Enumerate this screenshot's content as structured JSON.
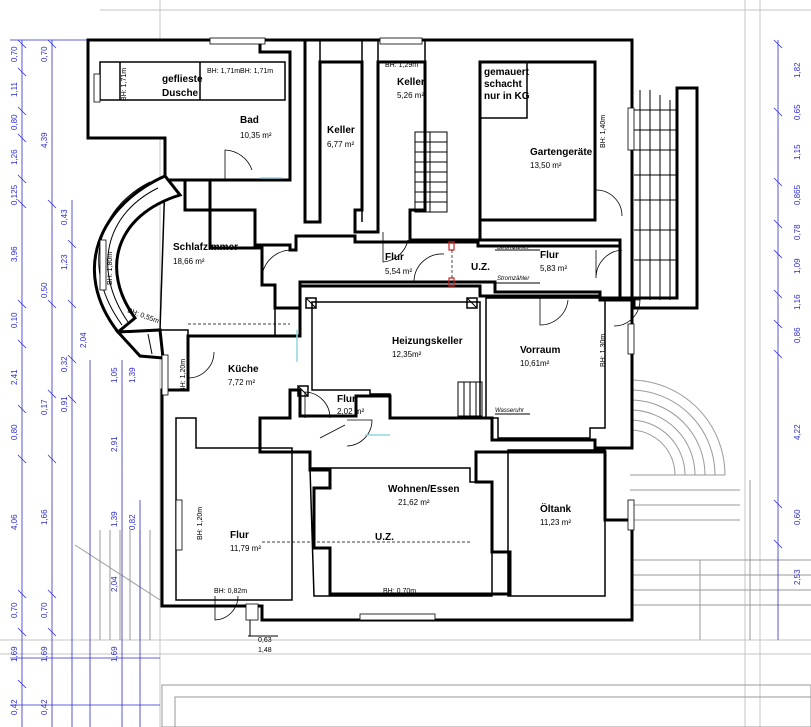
{
  "rooms": [
    {
      "name": "geflieste",
      "name2": "Dusche",
      "area": ""
    },
    {
      "name": "Bad",
      "area": "10,35 m²"
    },
    {
      "name": "Keller",
      "area": "6,77 m²"
    },
    {
      "name": "Keller",
      "area": "5,26 m²"
    },
    {
      "name": "gemauert",
      "name2": "schacht",
      "name3": "nur in KG",
      "area": ""
    },
    {
      "name": "Gartengeräte",
      "area": "13,50 m²"
    },
    {
      "name": "Schlafzimmer",
      "area": "18,66 m²"
    },
    {
      "name": "Flur",
      "area": "5,54 m²"
    },
    {
      "name": "U.Z.",
      "area": ""
    },
    {
      "name": "Flur",
      "area": "5,83 m²"
    },
    {
      "name": "Heizungskeller",
      "area": "12,35m²"
    },
    {
      "name": "Vorraum",
      "area": "10,61m²"
    },
    {
      "name": "Küche",
      "area": "7,72 m²"
    },
    {
      "name": "Flur",
      "area": "2,02 m²"
    },
    {
      "name": "Wohnen/Essen",
      "area": "21,62 m²"
    },
    {
      "name": "U.Z.",
      "area": ""
    },
    {
      "name": "Öltank",
      "area": "11,23 m²"
    },
    {
      "name": "Flur",
      "area": "11,79 m²"
    }
  ],
  "notes": {
    "bh_171a": "BH: 1,71m",
    "bh_171b": "BH: 1,71m",
    "bh_171c": "BH: 1,71m",
    "bh_129": "BH: 1,29m",
    "bh_140": "BH: 1,40m",
    "bh_180": "BH: 1,80m",
    "bh_055": "BH: 0,55m",
    "bh_120a": "BH: 1,20m",
    "bh_120b": "BH: 1,20m",
    "bh_130": "BH: 1,30m",
    "bh_082": "BH: 0,82m",
    "bh_070": "BH: 0,70m",
    "strom1": "Stromzähler",
    "strom2": "Stromzähler",
    "wasser": "Wasseruhr",
    "d063": "0,63",
    "d148": "1,48"
  },
  "dims": {
    "left_outer": [
      "0,70",
      "1,11",
      "0,80",
      "1,26",
      "0,125",
      "3,96",
      "0,10",
      "2,41",
      "0,80",
      "4,06",
      "0,70",
      "1,69",
      "0,42"
    ],
    "left_inner_a": [
      "0,70",
      "4,39",
      "0,43",
      "1,23",
      "0,50",
      "0,32",
      "0,17",
      "1,66",
      "0,70",
      "1,69",
      "0,42"
    ],
    "left_inner_b": [
      "2,04",
      "1,05",
      "0,91",
      "1,39",
      "2,91",
      "1,39",
      "2,04",
      "1,69"
    ],
    "left_inner_c": [
      "0,82"
    ],
    "right": [
      "1,82",
      "0,65",
      "1,15",
      "0,865",
      "0,78",
      "1,09",
      "1,16",
      "0,86",
      "4,22",
      "0,60",
      "2,53"
    ]
  }
}
